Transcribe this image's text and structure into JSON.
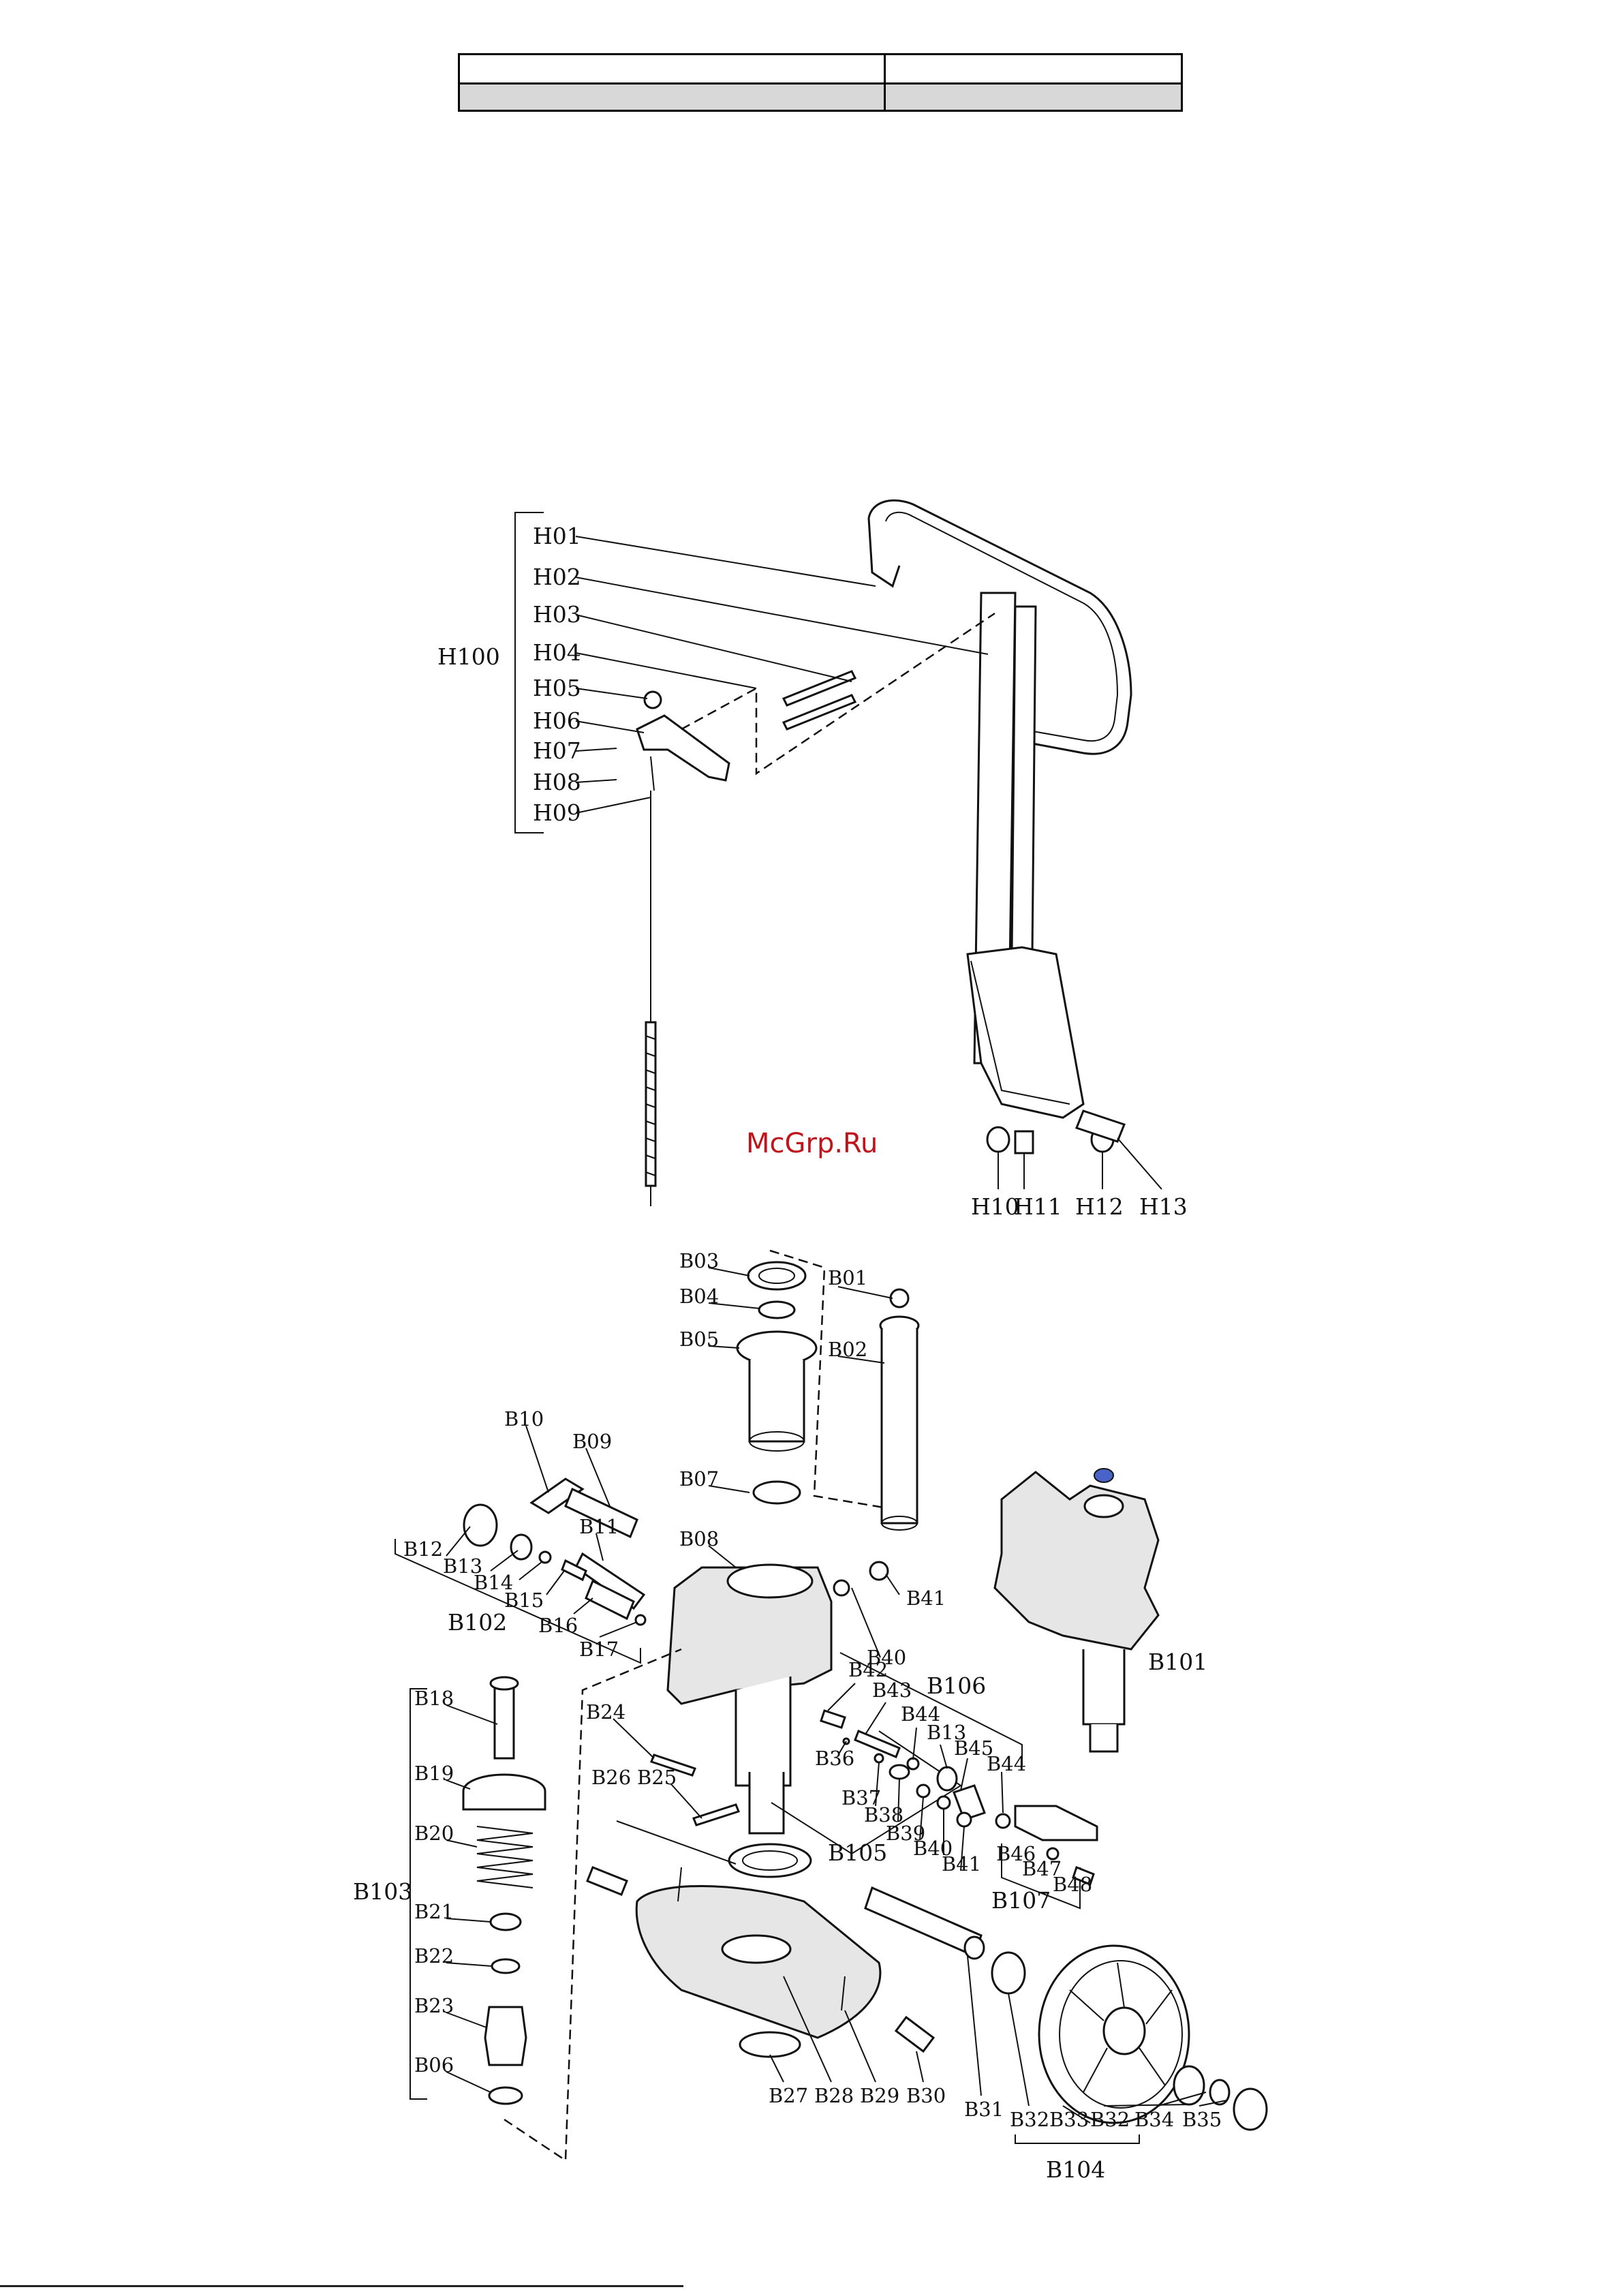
{
  "watermark": "McGrp.Ru",
  "handle_group": {
    "group_label": "H100",
    "labels": [
      "H01",
      "H02",
      "H03",
      "H04",
      "H05",
      "H06",
      "H07",
      "H08",
      "H09"
    ],
    "bottom_labels": [
      "H10",
      "H11",
      "H12",
      "H13"
    ]
  },
  "pump_group": {
    "labels": {
      "B01": "B01",
      "B02": "B02",
      "B03": "B03",
      "B04": "B04",
      "B05": "B05",
      "B06": "B06",
      "B07": "B07",
      "B08": "B08",
      "B09": "B09",
      "B10": "B10",
      "B11": "B11",
      "B12": "B12",
      "B13": "B13",
      "B14": "B14",
      "B15": "B15",
      "B16": "B16",
      "B17": "B17",
      "B18": "B18",
      "B19": "B19",
      "B20": "B20",
      "B21": "B21",
      "B22": "B22",
      "B23": "B23",
      "B24": "B24",
      "B25": "B25",
      "B26": "B26",
      "B27": "B27",
      "B28": "B28",
      "B29": "B29",
      "B30": "B30",
      "B31": "B31",
      "B32a": "B32",
      "B33": "B33",
      "B32b": "B32",
      "B34": "B34",
      "B35": "B35",
      "B36": "B36",
      "B37": "B37",
      "B38": "B38",
      "B39": "B39",
      "B40a": "B40",
      "B41a": "B41",
      "B40b": "B40",
      "B41b": "B41",
      "B42": "B42",
      "B43": "B43",
      "B44a": "B44",
      "B13b": "B13",
      "B45": "B45",
      "B44b": "B44",
      "B46": "B46",
      "B47": "B47",
      "B48": "B48"
    },
    "groups": {
      "B101": "B101",
      "B102": "B102",
      "B103": "B103",
      "B104": "B104",
      "B105": "B105",
      "B106": "B106",
      "B107": "B107"
    }
  }
}
